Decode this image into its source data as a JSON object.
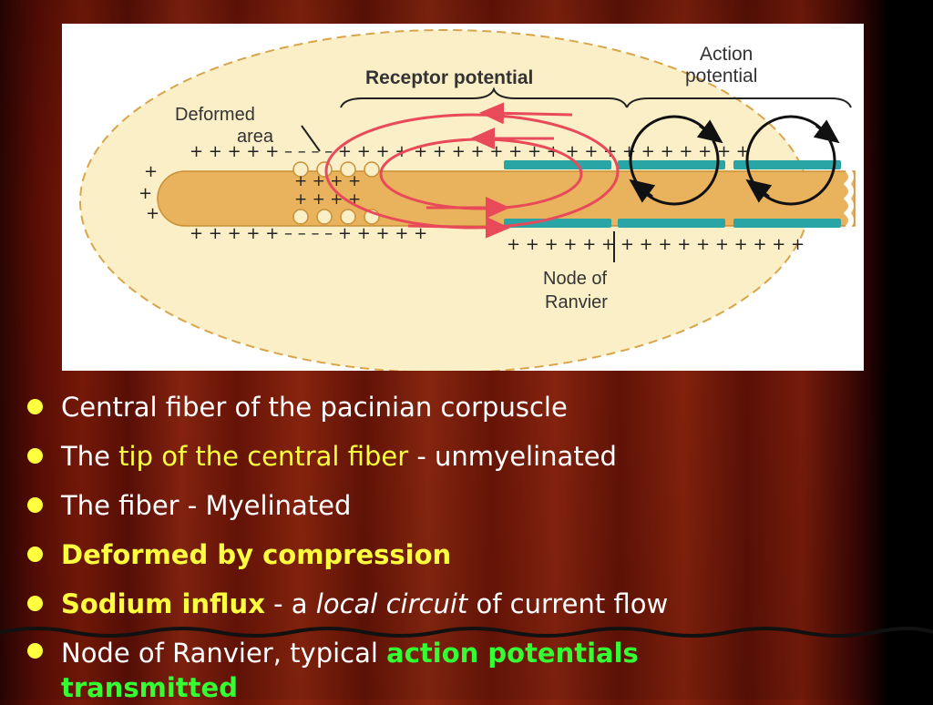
{
  "diagram": {
    "label_receptor": "Receptor potential",
    "label_action_1": "Action",
    "label_action_2": "potential",
    "label_deformed_1": "Deformed",
    "label_deformed_2": "area",
    "label_node_1": "Node of",
    "label_node_2": "Ranvier"
  },
  "bullets": [
    {
      "text": "Central fiber of the pacinian corpuscle"
    },
    {
      "pre": "The ",
      "highlight": "tip of the central fiber",
      "post": " - unmyelinated"
    },
    {
      "text": "The fiber - Myelinated"
    },
    {
      "highlight": "Deformed by compression"
    },
    {
      "highlight": "Sodium influx",
      "mid": " - a ",
      "italic": "local circuit",
      "post": " of current flow"
    },
    {
      "pre": "Node of Ranvier, typical ",
      "highlight": "action potentials",
      "highlight2": "transmitted"
    }
  ],
  "colors": {
    "bullet": "#ffff40",
    "yellow_text": "#ffff40",
    "green_text": "#33ff33",
    "corpuscle_fill": "#fbefc8",
    "fiber": "#e8b35c",
    "myelin": "#2aa5a5",
    "receptor_arrows": "#e84a5a",
    "action_arrows": "#111111"
  }
}
